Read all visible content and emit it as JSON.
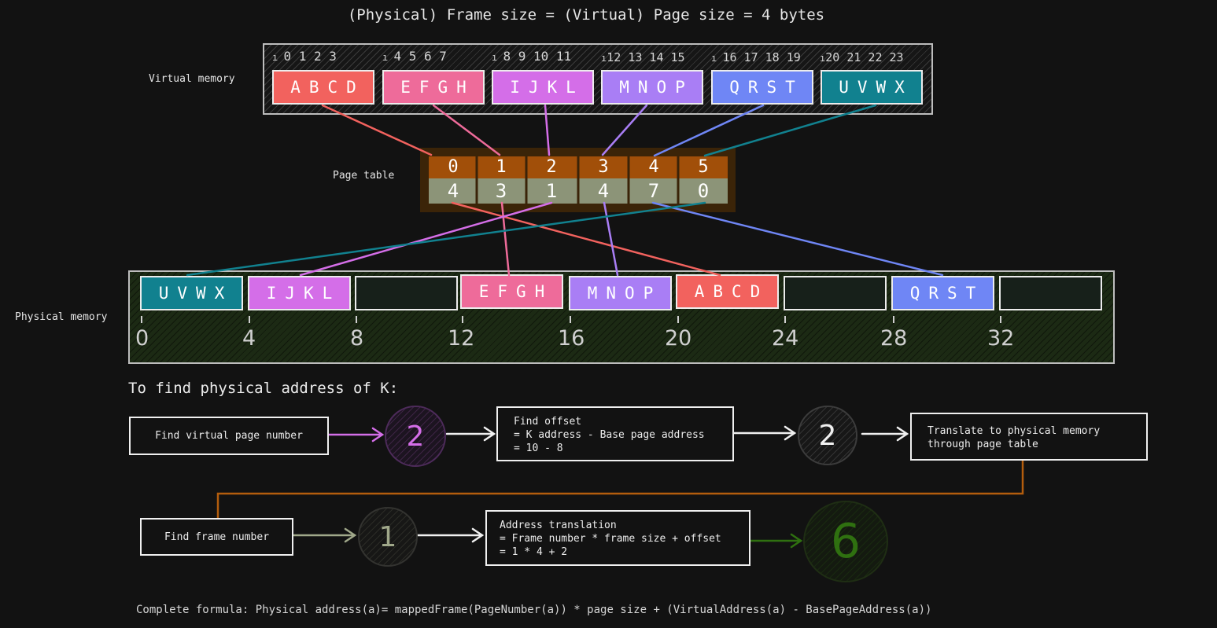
{
  "title": "(Physical) Frame size = (Virtual) Page size = 4 bytes",
  "labels": {
    "virtual_memory": "Virtual memory",
    "page_table": "Page table",
    "physical_memory": "Physical memory"
  },
  "virtual_pages": [
    {
      "indices": "0 1 2 3",
      "letters": "ABCD",
      "color": "#f2625e"
    },
    {
      "indices": "4 5 6 7",
      "letters": "EFGH",
      "color": "#ee6b9a"
    },
    {
      "indices": "8 9 10 11",
      "letters": "IJKL",
      "color": "#d46ee8"
    },
    {
      "indices": "12 13 14 15",
      "letters": "MNOP",
      "color": "#a97ef5"
    },
    {
      "indices": "16 17 18 19",
      "letters": "QRST",
      "color": "#6f86f5"
    },
    {
      "indices": "20 21 22 23",
      "letters": "UVWX",
      "color": "#11818f"
    }
  ],
  "page_table": {
    "pages": [
      "0",
      "1",
      "2",
      "3",
      "4",
      "5"
    ],
    "frames": [
      "4",
      "3",
      "1",
      "4",
      "7",
      "0"
    ]
  },
  "physical_frames": [
    {
      "letters": "UVWX",
      "color": "#11818f"
    },
    {
      "letters": "IJKL",
      "color": "#d46ee8"
    },
    {
      "letters": "",
      "color": ""
    },
    {
      "letters": "EFGH",
      "color": "#ee6b9a"
    },
    {
      "letters": "MNOP",
      "color": "#a97ef5"
    },
    {
      "letters": "ABCD",
      "color": "#f2625e"
    },
    {
      "letters": "",
      "color": ""
    },
    {
      "letters": "QRST",
      "color": "#6f86f5"
    },
    {
      "letters": "",
      "color": ""
    }
  ],
  "physical_axis": [
    "0",
    "4",
    "8",
    "12",
    "16",
    "20",
    "24",
    "28",
    "32"
  ],
  "procedure": {
    "heading": "To find physical address of K:",
    "find_vpn": "Find virtual page number",
    "vpn_value": "2",
    "find_offset": [
      "Find offset",
      "= K address - Base page address",
      "= 10 - 8"
    ],
    "offset_value": "2",
    "translate": [
      "Translate to physical memory",
      "through page table"
    ],
    "find_frame": "Find frame number",
    "frame_value": "1",
    "address_translation": [
      "Address translation",
      "= Frame number * frame size + offset",
      "= 1 * 4 + 2"
    ],
    "result_value": "6"
  },
  "formula": "Complete formula: Physical address(a)= mappedFrame(PageNumber(a)) * page size + (VirtualAddress(a) - BasePageAddress(a))",
  "colors": {
    "page_table_header": "#a14f09",
    "page_table_body": "#8c9478",
    "physical_bg": "#1c2a14",
    "vpn_arrow": "#d46ee8",
    "frame_arrow": "#a0a88a",
    "result": "#2f7010",
    "connector": "#b35d0d"
  }
}
